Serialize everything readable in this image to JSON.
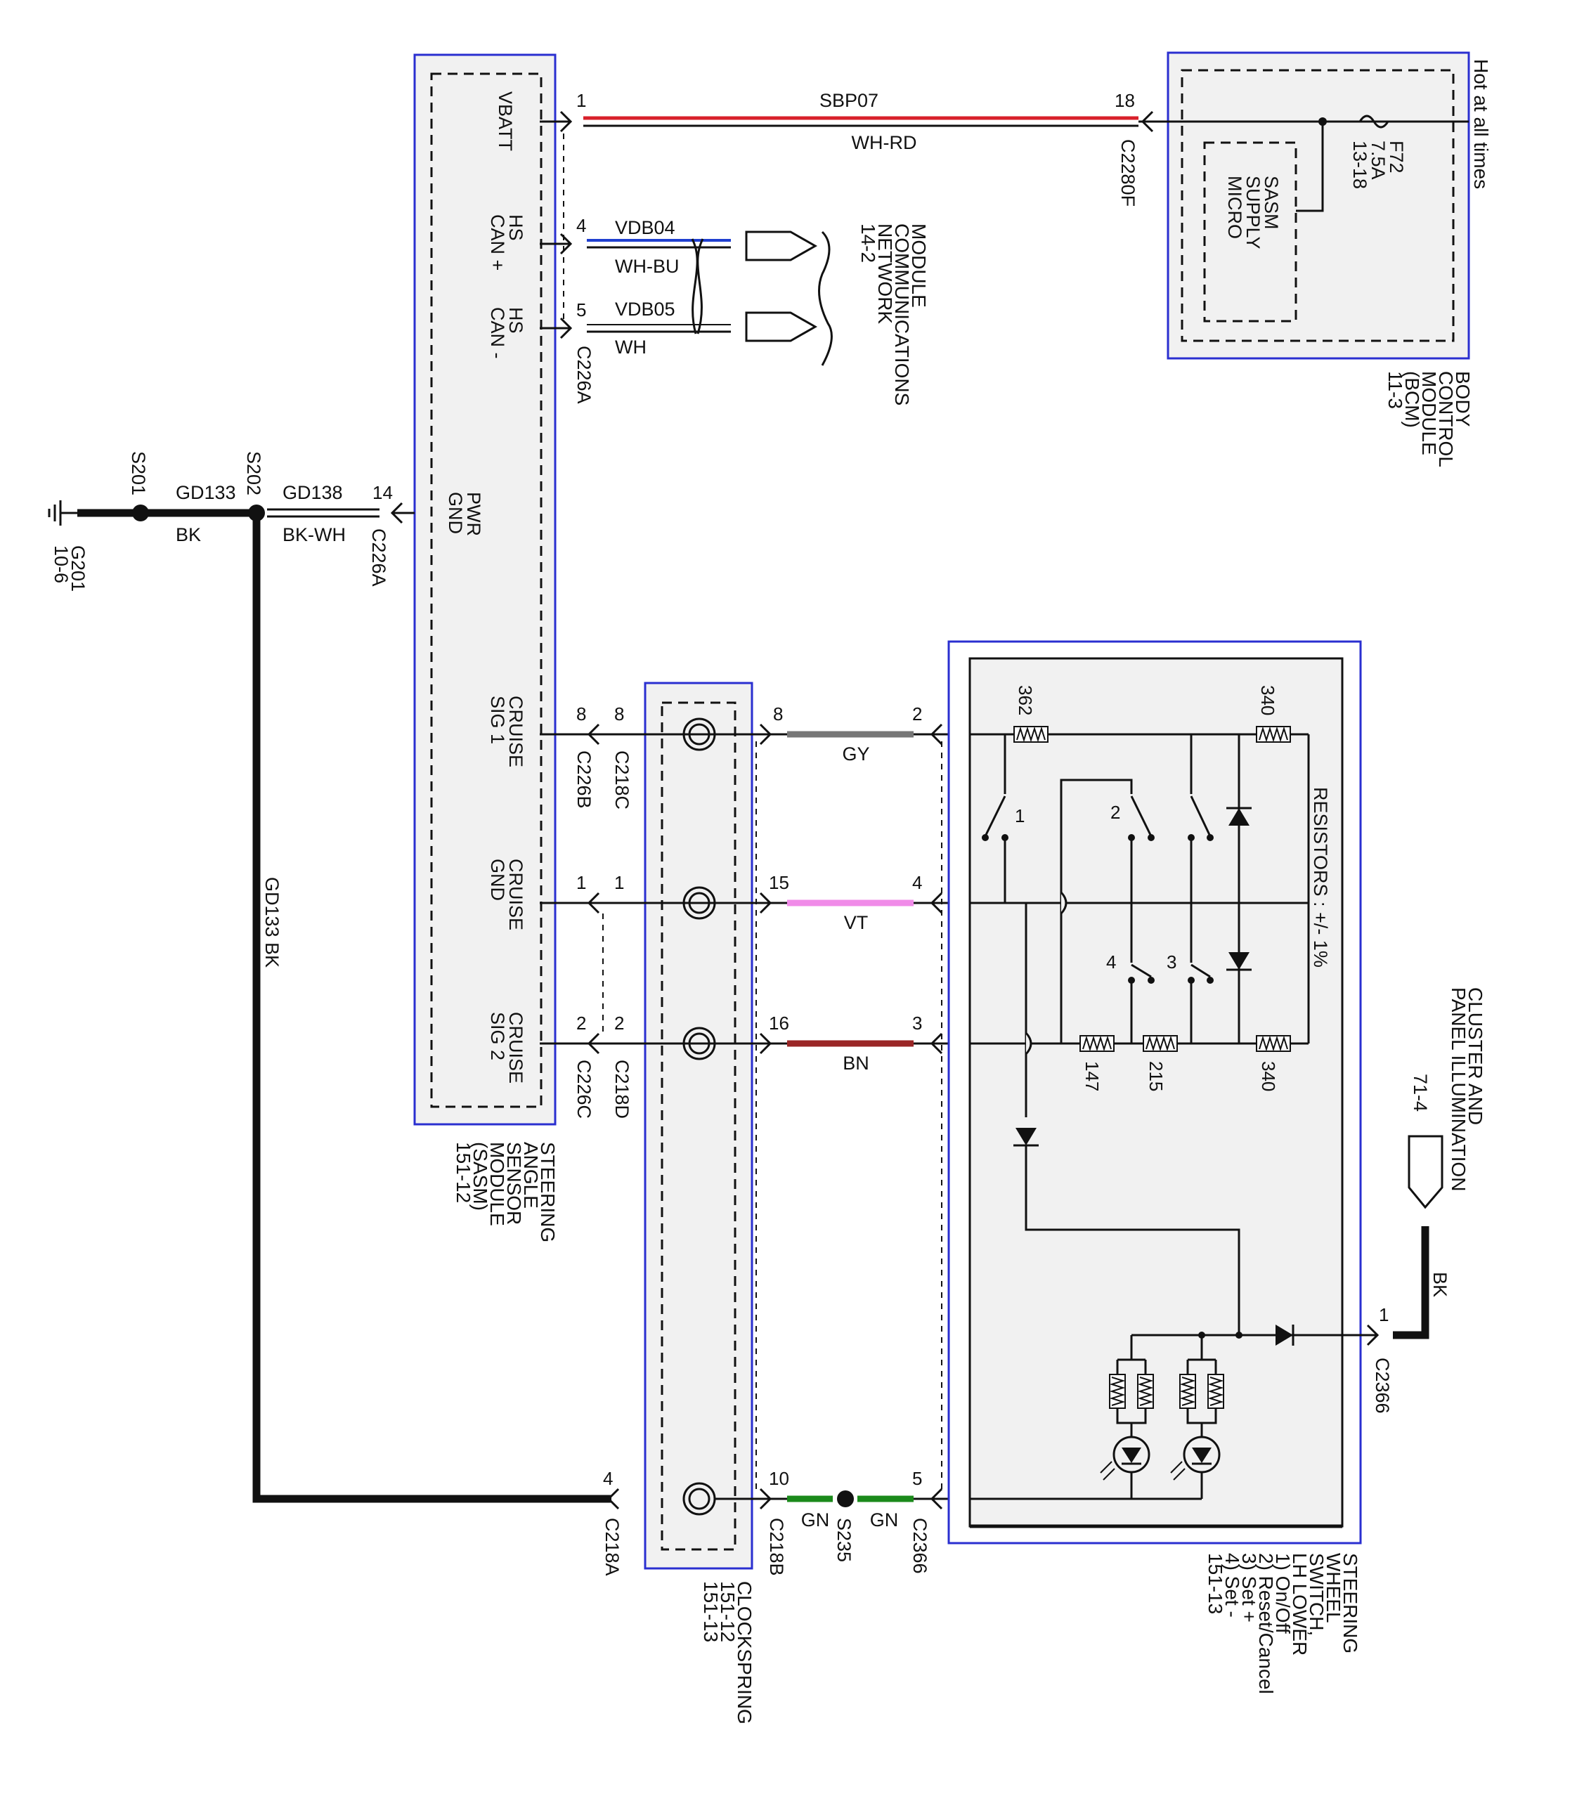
{
  "colors": {
    "red": "#d8202a",
    "blue": "#1f3fd0",
    "gray_wire": "#777777",
    "violet_wire": "#f08be8",
    "brown_wire": "#9a2626",
    "green_wire": "#1b8a1b",
    "module_fill": "#f1f1f1",
    "module_border": "#2a2fd0"
  },
  "modules": {
    "sasm": {
      "lines": [
        "STEERING",
        "ANGLE",
        "SENSOR",
        "MODULE",
        "(SASM)",
        "151-12"
      ]
    },
    "bcm": {
      "lines": [
        "BODY",
        "CONTROL",
        "MODULE",
        "(BCM)",
        "11-3"
      ]
    },
    "bcm_inner": {
      "lines": [
        "SASM",
        "SUPPLY",
        "MICRO"
      ]
    },
    "clockspring": {
      "lines": [
        "CLOCKSPRING",
        "151-12",
        "151-13"
      ]
    },
    "switch": {
      "lines": [
        "STEERING",
        "WHEEL",
        "SWITCH,",
        "LH LOWER",
        "1) On/Off",
        "2) Reset/Cancel",
        "3) Set +",
        "4) Set -",
        "151-13"
      ]
    },
    "network": {
      "lines": [
        "MODULE",
        "COMMUNICATIONS",
        "NETWORK",
        "14-2"
      ]
    },
    "cluster": {
      "lines": [
        "CLUSTER AND",
        "PANEL ILLUMINATION"
      ]
    },
    "resistors_note": "RESISTORS : +/- 1%",
    "hot": "Hot at all times",
    "ground": {
      "lines": [
        "G201",
        "10-6"
      ]
    }
  },
  "fuse": {
    "lines": [
      "F72",
      "7.5A",
      "13-18"
    ]
  },
  "sasm_pins": {
    "vbatt": [
      "VBATT"
    ],
    "can_plus": [
      "HS",
      "CAN +"
    ],
    "can_minus": [
      "HS",
      "CAN -"
    ],
    "pwr_gnd": [
      "PWR",
      "GND"
    ],
    "sig1": [
      "CRUISE",
      "SIG 1"
    ],
    "cgnd": [
      "CRUISE",
      "GND"
    ],
    "sig2": [
      "CRUISE",
      "SIG 2"
    ]
  },
  "wires": {
    "sbp07": {
      "circuit": "SBP07",
      "color": "WH-RD"
    },
    "vdb04": {
      "circuit": "VDB04",
      "color": "WH-BU"
    },
    "vdb05": {
      "circuit": "VDB05",
      "color": "WH"
    },
    "gd138": {
      "circuit": "GD138",
      "color": "BK-WH"
    },
    "gd133": {
      "circuit": "GD133",
      "color": "BK"
    },
    "gd133_vert": "GD133  BK",
    "gy": "GY",
    "vt": "VT",
    "bn": "BN",
    "gn1": "GN",
    "gn2": "GN",
    "bk": "BK"
  },
  "splices": {
    "s201": "S201",
    "s202": "S202",
    "s235": "S235"
  },
  "connectors": {
    "c226a": "C226A",
    "c226a_gnd": "C226A",
    "c226b": "C226B",
    "c226c": "C226C",
    "c218a": "C218A",
    "c218b": "C218B",
    "c218c": "C218C",
    "c218d": "C218D",
    "c2366_top": "C2366",
    "c2366_bot": "C2366",
    "c2280f": "C2280F"
  },
  "pin_numbers": {
    "vbatt": "1",
    "c2280f": "18",
    "can_plus": "4",
    "can_minus": "5",
    "pwr_gnd": "14",
    "sig1_a": "8",
    "sig1_b": "8",
    "sig1_c": "8",
    "sig1_d": "2",
    "cgnd_a": "1",
    "cgnd_b": "1",
    "cgnd_c": "15",
    "cgnd_d": "4",
    "sig2_a": "2",
    "sig2_b": "2",
    "sig2_c": "16",
    "sig2_d": "3",
    "gn_a": "4",
    "gn_b": "10",
    "gn_c": "5",
    "bk_pin": "1",
    "illum": "71-4"
  },
  "resistor_values": {
    "r362": "362",
    "r340_top": "340",
    "r147": "147",
    "r215": "215",
    "r340_bot": "340"
  },
  "switch_numbers": {
    "s1": "1",
    "s2": "2",
    "s3": "3",
    "s4": "4"
  }
}
